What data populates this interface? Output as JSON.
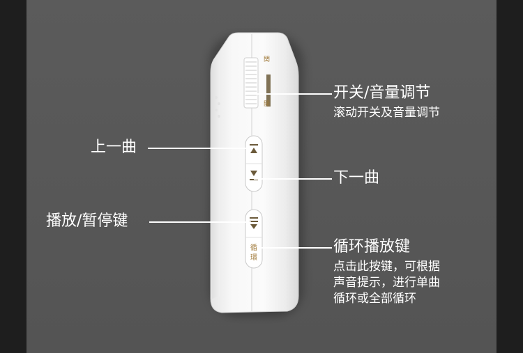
{
  "labels": {
    "power_volume_title": "开关/音量调节",
    "power_volume_desc": "滚动开关及音量调节",
    "prev_track": "上一曲",
    "next_track": "下一曲",
    "play_pause": "播放/暂停键",
    "loop_title": "循环播放键",
    "loop_desc_1": "点击此按键，可根据",
    "loop_desc_2": "声音提示，进行单曲",
    "loop_desc_3": "循环或全部循环"
  },
  "device_text": {
    "wheel_top": "関",
    "wheel_bottom": "開",
    "loop_btn_1": "循",
    "loop_btn_2": "環"
  },
  "colors": {
    "background": "#575757",
    "device_body": "#f4f4f4",
    "accent_gold": "#a07a3a",
    "text": "#ffffff"
  }
}
